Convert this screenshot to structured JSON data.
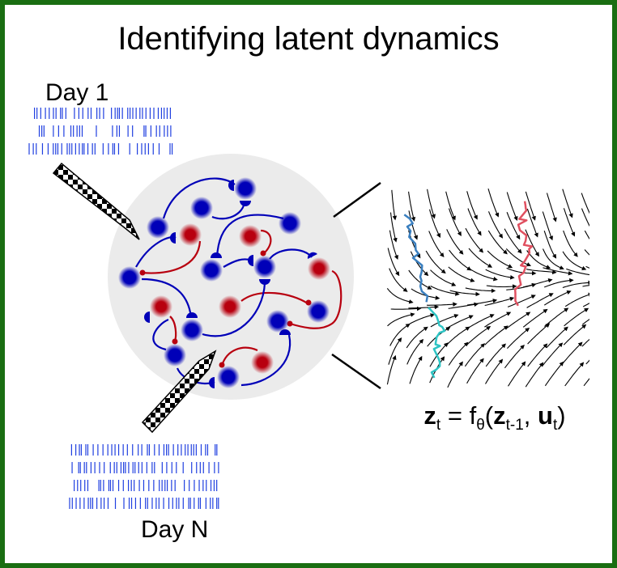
{
  "title": "Identifying latent dynamics",
  "labels": {
    "day_first": "Day 1",
    "day_last": "Day N"
  },
  "equation": {
    "lhs_var": "z",
    "lhs_sub": "t",
    "equals": "=",
    "func": "f",
    "func_sub": "θ",
    "open": "(",
    "arg1_var": "z",
    "arg1_sub": "t-1",
    "comma": ",",
    "arg2_var": "u",
    "arg2_sub": "t",
    "close": ")"
  },
  "colors": {
    "border": "#1a6e12",
    "excitatory": "#0000b8",
    "inhibitory": "#b8000f",
    "raster": "#1f3fe0",
    "population_bg": "#ebebeb",
    "trajectory_blue": "#3a7fbf",
    "trajectory_teal": "#2ec4c4",
    "trajectory_red": "#e05060"
  }
}
